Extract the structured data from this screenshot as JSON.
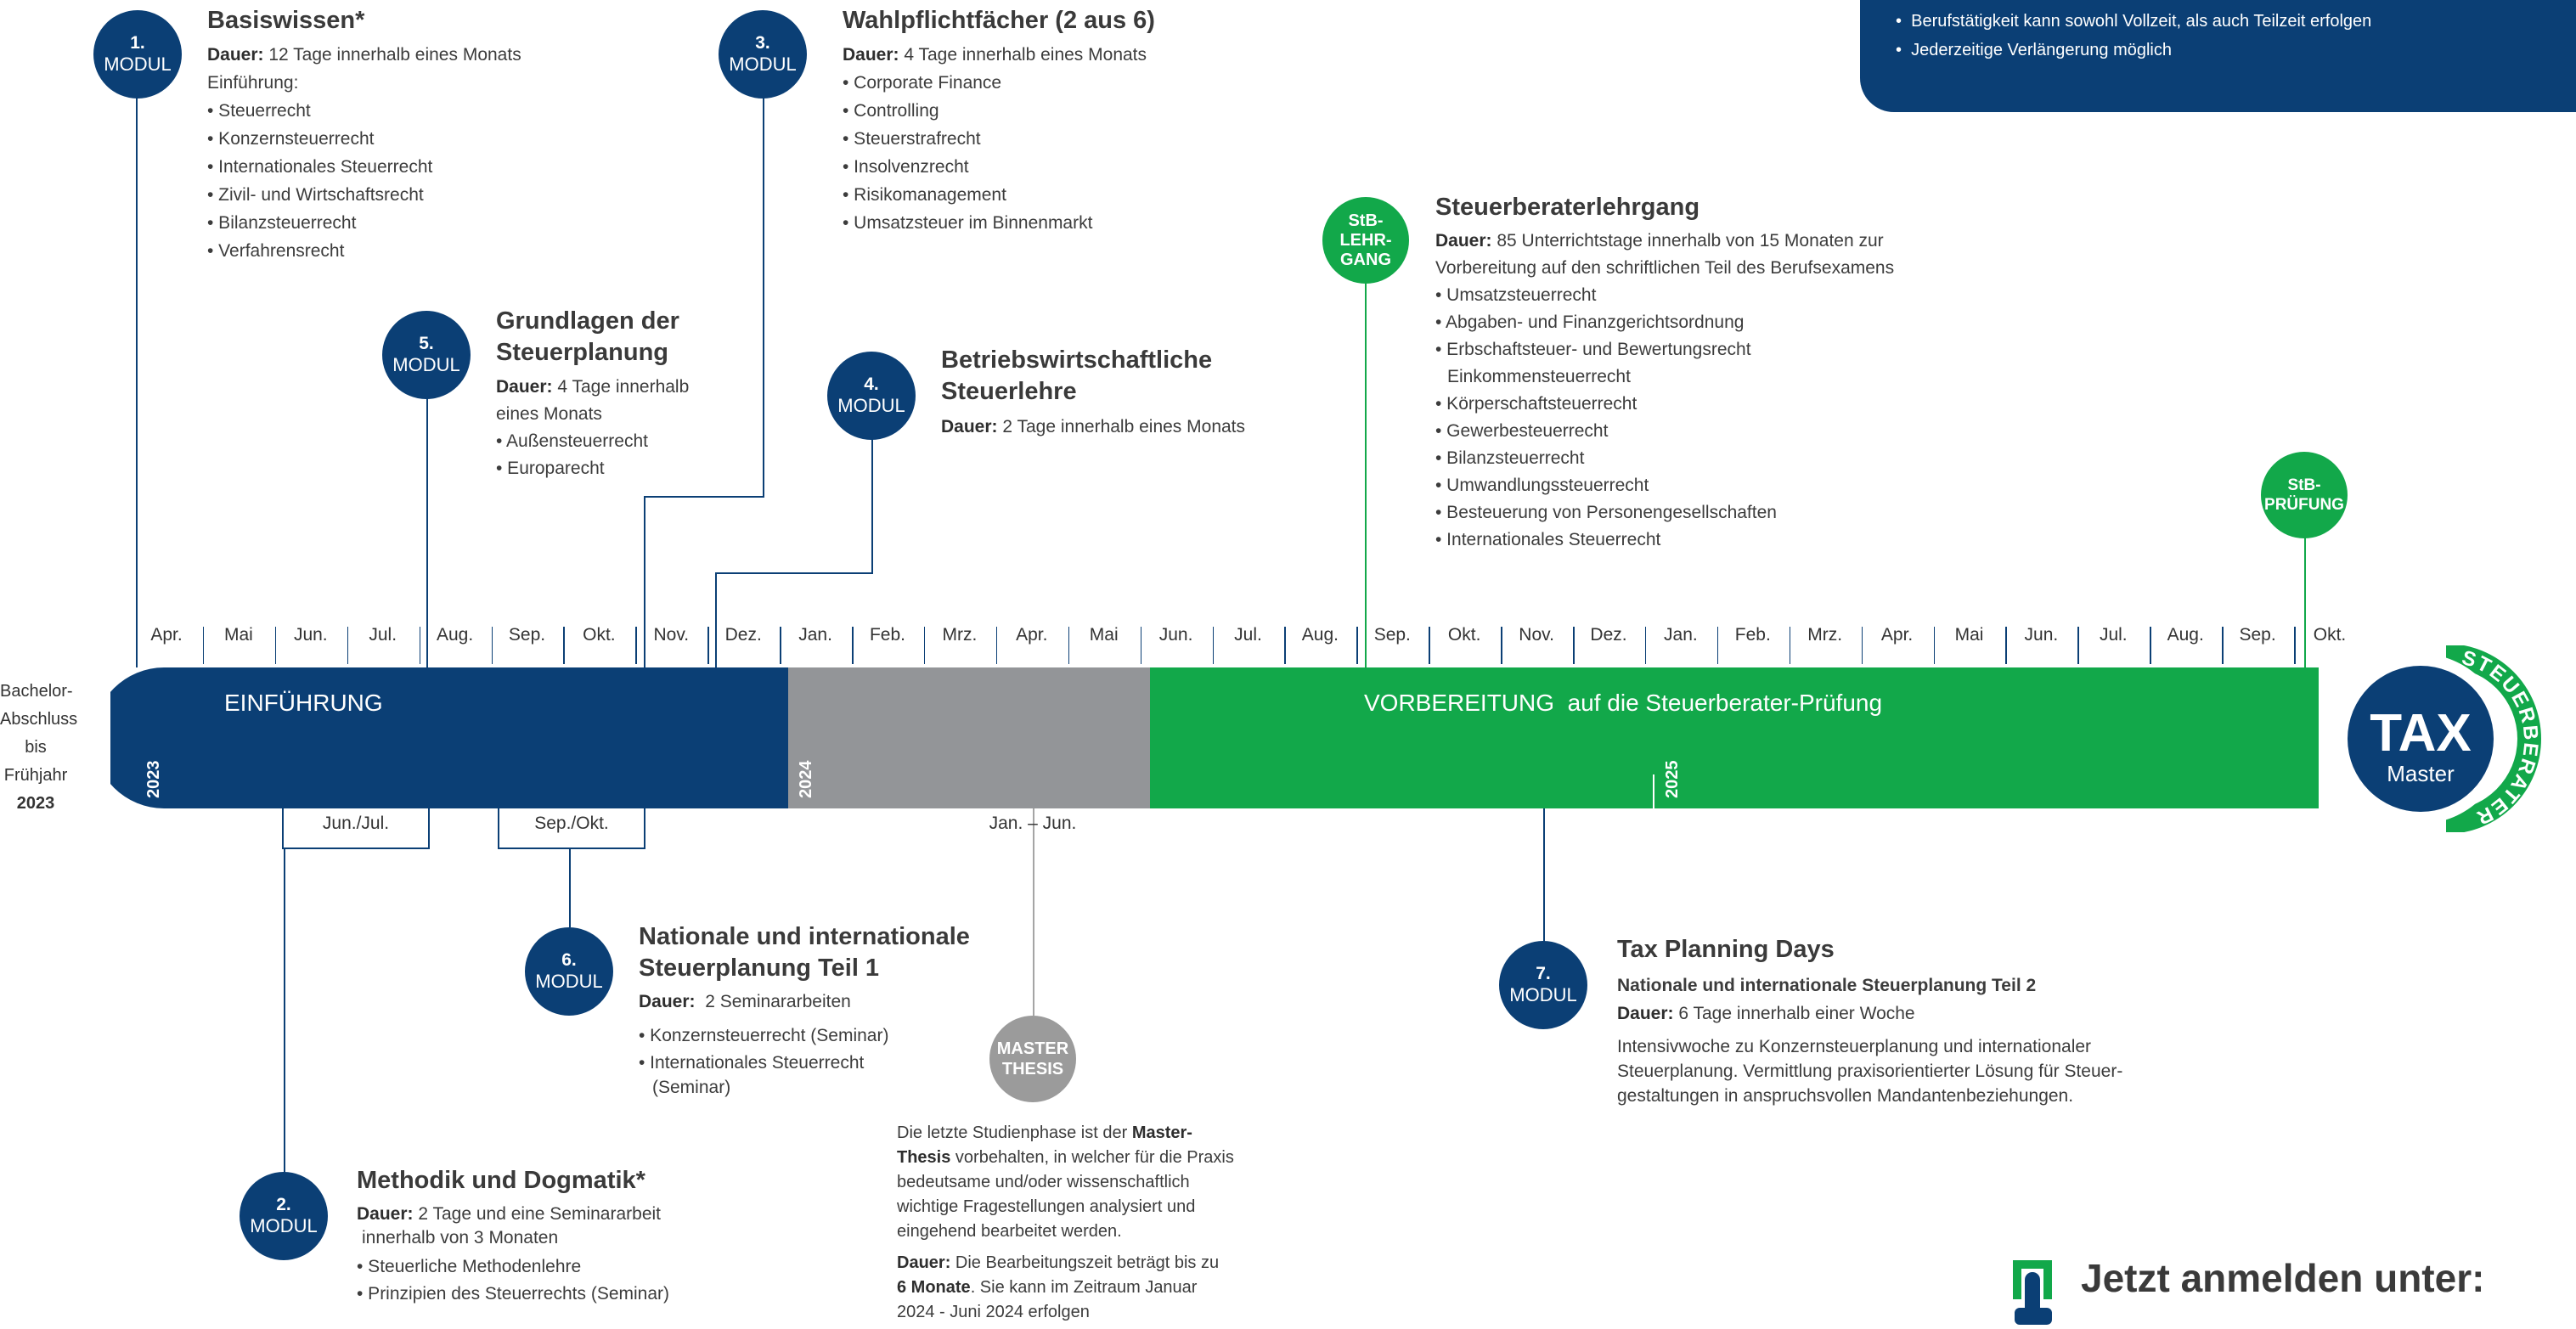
{
  "top_box": {
    "bullets": [
      "Berufstätigkeit kann sowohl Vollzeit, als auch Teilzeit erfolgen",
      "Jederzeitige Verlängerung möglich"
    ]
  },
  "modules": {
    "m1": {
      "num": "1.",
      "lbl": "MODUL",
      "title": "Basiswissen*",
      "dauer_label": "Dauer:",
      "dauer": " 12 Tage innerhalb eines Monats",
      "intro": "Einführung:",
      "items": [
        "• Steuerrecht",
        "• Konzernsteuerrecht",
        "• Internationales Steuerrecht",
        "• Zivil- und Wirtschaftsrecht",
        "• Bilanzsteuerrecht",
        "• Verfahrensrecht"
      ]
    },
    "m2": {
      "num": "2.",
      "lbl": "MODUL",
      "title": "Methodik und Dogmatik*",
      "dauer_label": "Dauer:",
      "dauer1": " 2 Tage und eine Seminararbeit",
      "dauer2": "innerhalb von 3 Monaten",
      "items": [
        "• Steuerliche Methodenlehre",
        "• Prinzipien des Steuerrechts (Seminar)"
      ]
    },
    "m3": {
      "num": "3.",
      "lbl": "MODUL",
      "title": "Wahlpflichtfächer (2 aus 6)",
      "dauer_label": "Dauer:",
      "dauer": " 4 Tage innerhalb eines Monats",
      "items": [
        "• Corporate Finance",
        "• Controlling",
        "• Steuerstrafrecht",
        "• Insolvenzrecht",
        "• Risikomanagement",
        "• Umsatzsteuer im Binnenmarkt"
      ]
    },
    "m4": {
      "num": "4.",
      "lbl": "MODUL",
      "title1": "Betriebswirtschaftliche",
      "title2": "Steuerlehre",
      "dauer_label": "Dauer:",
      "dauer": " 2 Tage innerhalb eines Monats"
    },
    "m5": {
      "num": "5.",
      "lbl": "MODUL",
      "title1": "Grundlagen der",
      "title2": "Steuerplanung",
      "dauer_label": "Dauer:",
      "dauer1": " 4 Tage innerhalb",
      "dauer2": "eines Monats",
      "items": [
        "• Außensteuerrecht",
        "• Europarecht"
      ]
    },
    "m6": {
      "num": "6.",
      "lbl": "MODUL",
      "title1": "Nationale und internationale",
      "title2": "Steuerplanung Teil 1",
      "dauer_label": "Dauer:",
      "dauer": "  2 Seminararbeiten",
      "items": [
        "• Konzernsteuerrecht (Seminar)",
        "• Internationales Steuerrecht",
        "(Seminar)"
      ]
    },
    "m7": {
      "num": "7.",
      "lbl": "MODUL",
      "title": "Tax Planning Days",
      "subtitle": "Nationale und internationale Steuerplanung Teil 2",
      "dauer_label": "Dauer:",
      "dauer": " 6 Tage innerhalb einer Woche",
      "desc": [
        "Intensivwoche zu Konzernsteuerplanung und internationaler",
        "Steuerplanung. Vermittlung praxisorientierter Lösung für Steuer-",
        "gestaltungen in anspruchsvollen Mandantenbeziehungen."
      ]
    }
  },
  "stb_lehrgang": {
    "circle": [
      "StB-",
      "LEHR-",
      "GANG"
    ],
    "title": "Steuerberaterlehrgang",
    "dauer_label": "Dauer:",
    "dauer1": " 85 Unterrichtstage innerhalb von 15 Monaten zur",
    "dauer2": "Vorbereitung auf den schriftlichen Teil des Berufsexamens",
    "items": [
      "• Umsatzsteuerrecht",
      "• Abgaben- und Finanzgerichtsordnung",
      "• Erbschaftsteuer- und Bewertungsrecht",
      "Einkommensteuerrecht",
      "• Körperschaftsteuerrecht",
      "• Gewerbesteuerrecht",
      "• Bilanzsteuerrecht",
      "• Umwandlungssteuerrecht",
      "• Besteuerung von Personengesellschaften",
      "• Internationales Steuerrecht"
    ]
  },
  "stb_pruefung": {
    "circle": [
      "StB-",
      "PRÜFUNG"
    ]
  },
  "master_thesis": {
    "circle": [
      "MASTER",
      "THESIS"
    ],
    "range": "Jan. – Jun.",
    "p1_a": "Die letzte Studienphase ist der ",
    "p1_b": "Master-",
    "p1_c": "Thesis",
    "p1_d": " vorbehalten, in welcher für die Praxis",
    "p1_lines": [
      "bedeutsame und/oder wissenschaftlich",
      "wichtige Fragestellungen analysiert und",
      "eingehend bearbeitet werden."
    ],
    "p2_label": "Dauer:",
    "p2_a": " Die Bearbeitungszeit beträgt bis zu",
    "p2_b": "6 Monate",
    "p2_c": ". Sie kann im Zeitraum Januar",
    "p2_d": "2024 - Juni 2024 erfolgen"
  },
  "timeline": {
    "months": [
      "Apr.",
      "Mai",
      "Jun.",
      "Jul.",
      "Aug.",
      "Sep.",
      "Okt.",
      "Nov.",
      "Dez.",
      "Jan.",
      "Feb.",
      "Mrz.",
      "Apr.",
      "Mai",
      "Jun.",
      "Jul.",
      "Aug.",
      "Sep.",
      "Okt.",
      "Nov.",
      "Dez.",
      "Jan.",
      "Feb.",
      "Mrz.",
      "Apr.",
      "Mai",
      "Jun.",
      "Jul.",
      "Aug.",
      "Sep.",
      "Okt."
    ],
    "bachelor": [
      "Bachelor-",
      "Abschluss",
      "bis Frühjahr",
      "2023"
    ],
    "phase1": "EINFÜHRUNG",
    "phase3": "VORBEREITUNG  auf die Steuerberater-Prüfung",
    "years": [
      "2023",
      "2024",
      "2025"
    ],
    "bracket1": "Jun./Jul.",
    "bracket2": "Sep./Okt."
  },
  "logo": {
    "big": "TAX",
    "small": "Master",
    "ring": "STEUERBERATER"
  },
  "cta": {
    "text": "Jetzt anmelden unter:"
  },
  "colors": {
    "navy": "#0b3f75",
    "green": "#12a84a",
    "gray": "#9b9b9b"
  }
}
